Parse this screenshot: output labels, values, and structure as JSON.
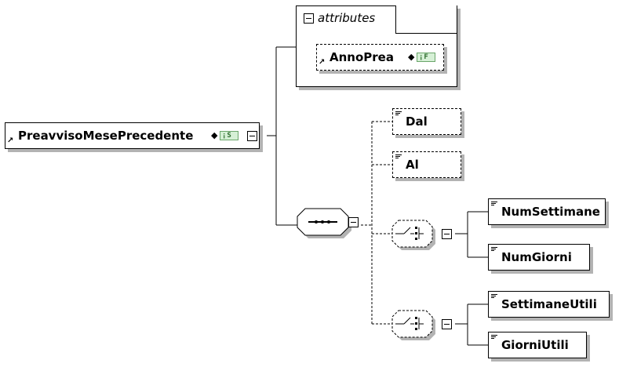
{
  "root": {
    "label": "PreavvisoMesePrecedente",
    "badge": "¡S"
  },
  "attributes": {
    "title": "attributes",
    "items": [
      {
        "label": "AnnoPrea",
        "badge": "¡F"
      }
    ]
  },
  "sequence": {
    "children": [
      {
        "label": "Dal"
      },
      {
        "label": "Al"
      }
    ],
    "choices": [
      {
        "children": [
          {
            "label": "NumSettimane"
          },
          {
            "label": "NumGiorni"
          }
        ]
      },
      {
        "children": [
          {
            "label": "SettimaneUtili"
          },
          {
            "label": "GiorniUtili"
          }
        ]
      }
    ]
  }
}
